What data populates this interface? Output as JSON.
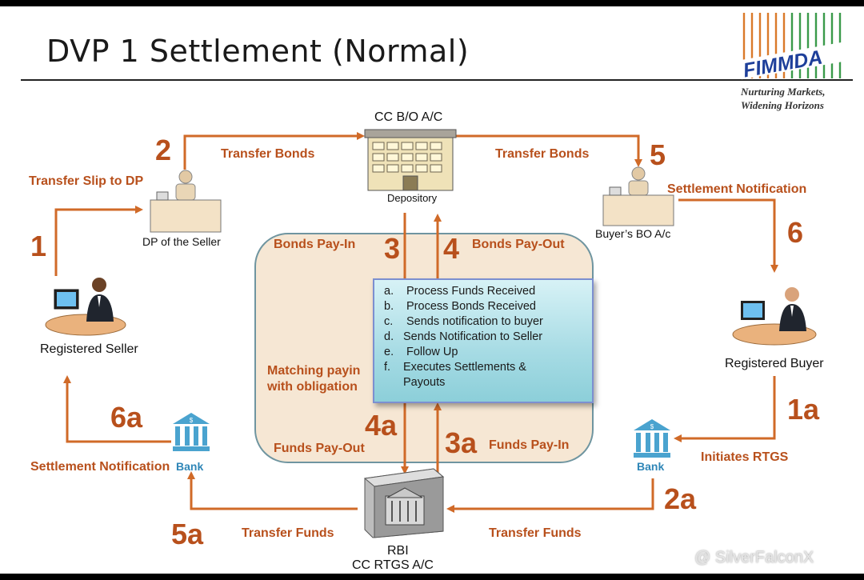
{
  "slide": {
    "title": "DVP 1 Settlement (Normal)",
    "logo": {
      "name": "FIMMDA",
      "tagline_line1": "Nurturing Markets,",
      "tagline_line2": "Widening Horizons"
    },
    "watermark": "@ SilverFalconX"
  },
  "nodes": {
    "depository_top": "CC B/O A/C",
    "depository_bottom": "Depository",
    "dp_seller": "DP of the Seller",
    "buyer_bo": "Buyer’s BO A/c",
    "registered_seller": "Registered Seller",
    "registered_buyer": "Registered Buyer",
    "bank_left": "Bank",
    "bank_right": "Bank",
    "rbi_line1": "RBI",
    "rbi_line2": "CC RTGS A/C"
  },
  "steps": {
    "s1": "1",
    "s2": "2",
    "s3": "3",
    "s4": "4",
    "s5": "5",
    "s6": "6",
    "s1a": "1a",
    "s2a": "2a",
    "s3a": "3a",
    "s4a": "4a",
    "s5a": "5a",
    "s6a": "6a"
  },
  "labels": {
    "transfer_slip": "Transfer Slip to DP",
    "transfer_bonds_left": "Transfer Bonds",
    "transfer_bonds_right": "Transfer Bonds",
    "settlement_notification_right": "Settlement Notification",
    "bonds_pay_in": "Bonds Pay-In",
    "bonds_pay_out": "Bonds Pay-Out",
    "matching_line1": "Matching payin",
    "matching_line2": "with obligation",
    "funds_pay_out": "Funds Pay-Out",
    "funds_pay_in": "Funds Pay-In",
    "settlement_notification_left": "Settlement Notification",
    "initiates_rtgs": "Initiates RTGS",
    "transfer_funds_left": "Transfer Funds",
    "transfer_funds_right": "Transfer Funds"
  },
  "process_steps": [
    {
      "letter": "a.",
      "text": "Process Funds Received"
    },
    {
      "letter": "b.",
      "text": "Process Bonds Received"
    },
    {
      "letter": "c.",
      "text": "Sends notification to buyer"
    },
    {
      "letter": "d.",
      "text": "Sends Notification to Seller"
    },
    {
      "letter": "e.",
      "text": "Follow Up"
    },
    {
      "letter": "f.",
      "text": "Executes Settlements &"
    },
    {
      "letter": "",
      "text": "Payouts"
    }
  ],
  "colors": {
    "accent": "#b8501c",
    "box_border": "#7c8fd0",
    "panel_fill": "#f6e7d4",
    "bank_blue": "#2f86b7"
  },
  "icons": [
    "building-icon",
    "person-at-desk-icon",
    "bank-icon",
    "vault-icon",
    "fimmda-logo-icon"
  ]
}
